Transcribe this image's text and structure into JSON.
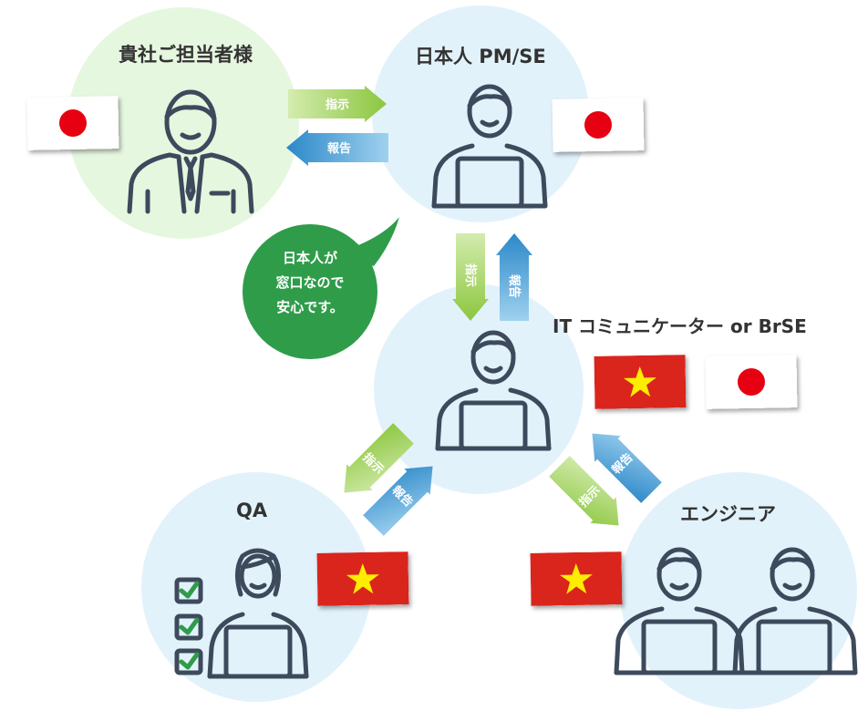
{
  "roles": {
    "client": "貴社ご担当者様",
    "pm": "日本人 PM/SE",
    "comm": "IT コミュニケーター or BrSE",
    "qa": "QA",
    "engineer": "エンジニア"
  },
  "bubble": {
    "line1": "日本人が",
    "line2": "窓口なので",
    "line3": "安心です。"
  },
  "arrows": {
    "instruct": "指示",
    "report": "報告"
  },
  "flags": {
    "japan": "japan-flag",
    "vietnam": "vietnam-flag"
  },
  "colors": {
    "client_circle": "#e6f7e0",
    "node_circle": "#e2f2fb",
    "instruct_arrow": "#a8d468",
    "report_arrow": "#3f9fd4",
    "bubble": "#2f9c4a",
    "icon_stroke": "#3d4a5c",
    "flag_red": "#e60012",
    "vn_red": "#da251d",
    "vn_star": "#ffed00",
    "check_green": "#2f9c4a"
  }
}
